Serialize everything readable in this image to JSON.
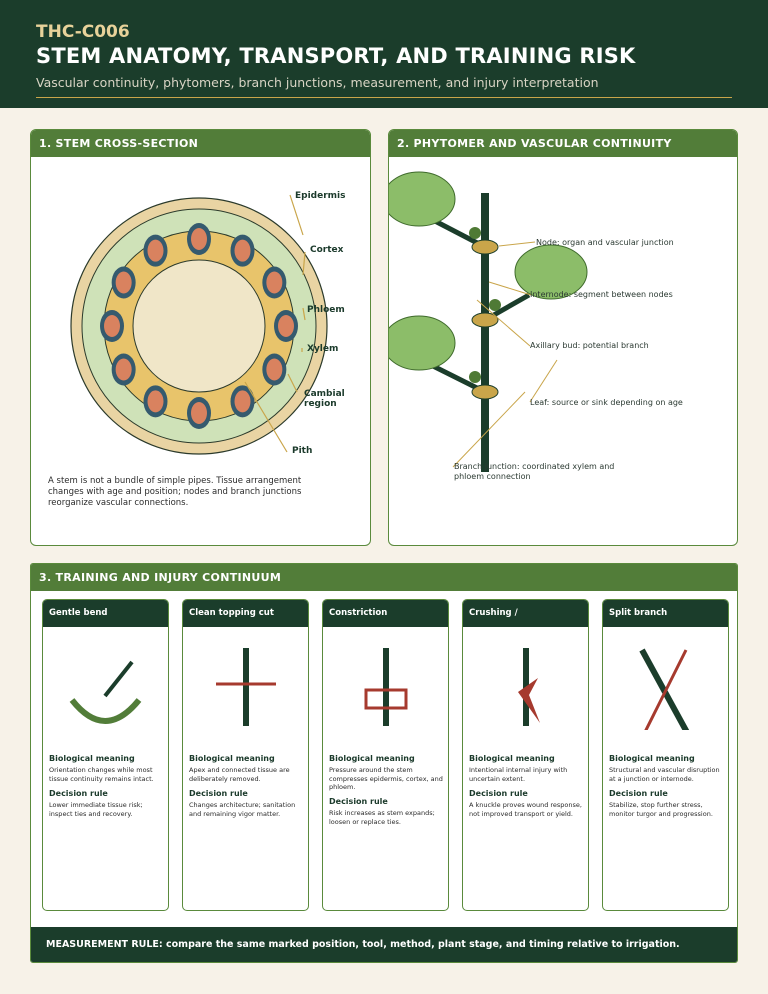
{
  "header": {
    "code": "THC-C006",
    "title": "STEM ANATOMY, TRANSPORT, AND TRAINING RISK",
    "subtitle": "Vascular continuity, phytomers, branch junctions, measurement, and injury interpretation"
  },
  "panel1": {
    "title": "1. STEM CROSS-SECTION",
    "labels": {
      "epidermis": "Epidermis",
      "cortex": "Cortex",
      "phloem": "Phloem",
      "xylem": "Xylem",
      "cambial": "Cambial region",
      "pith": "Pith"
    },
    "note": "A stem is not a bundle of simple pipes. Tissue arrangement changes with age and position; nodes and branch junctions reorganize vascular connections."
  },
  "panel2": {
    "title": "2. PHYTOMER AND VASCULAR CONTINUITY",
    "labels": {
      "node": "Node: organ and vascular junction",
      "internode": "Internode: segment between nodes",
      "bud": "Axillary bud: potential branch",
      "leaf": "Leaf: source or sink depending on age",
      "branch": "Branch junction: coordinated xylem and phloem connection"
    }
  },
  "panel3": {
    "title": "3. TRAINING AND INJURY CONTINUUM",
    "cards": [
      {
        "title": "Gentle bend",
        "bm_label": "Biological meaning",
        "bm_text": "Orientation changes while most tissue continuity remains intact.",
        "dr_label": "Decision rule",
        "dr_text": "Lower immediate tissue risk; inspect ties and recovery."
      },
      {
        "title": "Clean topping cut",
        "bm_label": "Biological meaning",
        "bm_text": "Apex and connected tissue are deliberately removed.",
        "dr_label": "Decision rule",
        "dr_text": "Changes architecture; sanitation and remaining vigor matter."
      },
      {
        "title": "Constriction",
        "bm_label": "Biological meaning",
        "bm_text": "Pressure around the stem compresses epidermis, cortex, and phloem.",
        "dr_label": "Decision rule",
        "dr_text": "Risk increases as stem expands; loosen or replace ties."
      },
      {
        "title": "Crushing / supercropping",
        "bm_label": "Biological meaning",
        "bm_text": "Intentional internal injury with uncertain extent.",
        "dr_label": "Decision rule",
        "dr_text": "A knuckle proves wound response, not improved transport or yield."
      },
      {
        "title": "Split branch",
        "bm_label": "Biological meaning",
        "bm_text": "Structural and vascular disruption at a junction or internode.",
        "dr_label": "Decision rule",
        "dr_text": "Stabilize, stop further stress, monitor turgor and progression."
      }
    ],
    "footer": "MEASUREMENT RULE: compare the same marked position, tool, method, plant stage, and timing relative to irrigation."
  },
  "colors": {
    "dark_green": "#1b3d2b",
    "mid_green": "#527d39",
    "leaf_green": "#8cbd69",
    "gold": "#c9a54a",
    "injury_red": "#a63a2e",
    "xylem_blue": "#355a6e",
    "phloem_orange": "#d9825f"
  }
}
